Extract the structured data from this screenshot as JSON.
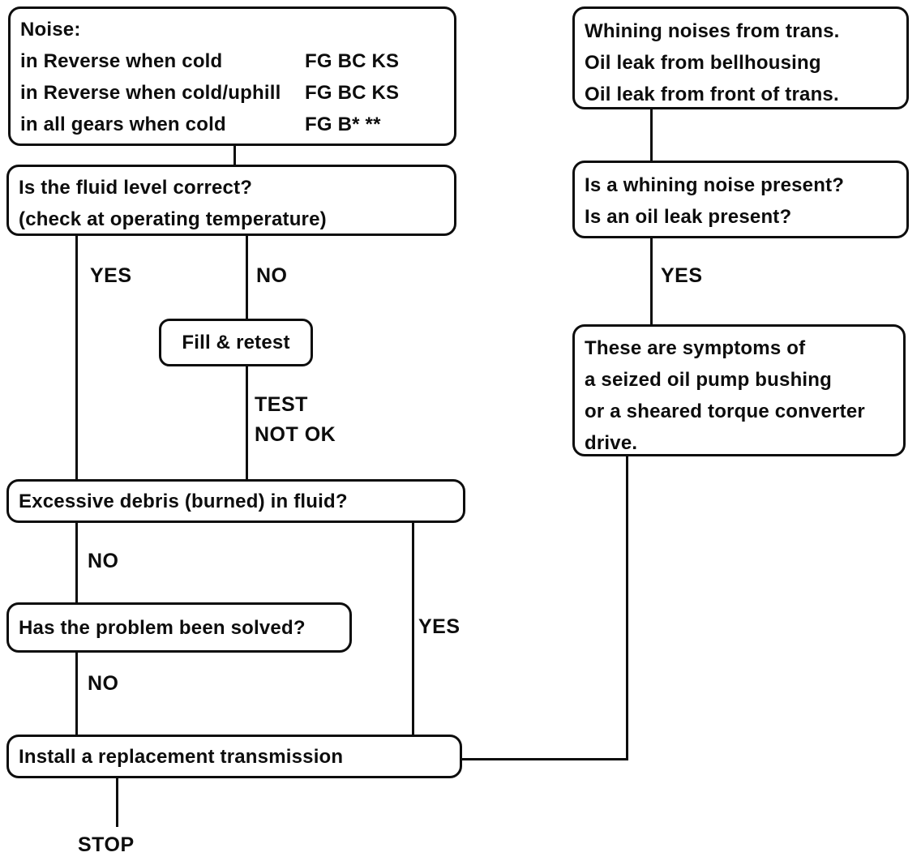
{
  "colors": {
    "ink": "#0d0d0d",
    "background": "#ffffff"
  },
  "flowchart": {
    "noise_box": {
      "title": "Noise:",
      "rows": [
        {
          "condition": "in Reverse when cold",
          "code": "FG BC KS"
        },
        {
          "condition": "in Reverse when cold/uphill",
          "code": "FG BC KS"
        },
        {
          "condition": "in all gears when cold",
          "code": "FG B* **"
        }
      ]
    },
    "fluid_box": {
      "lines": [
        "Is the fluid level correct?",
        "(check at operating temperature)"
      ]
    },
    "fill_box": {
      "label": "Fill & retest"
    },
    "debris_box": {
      "label": "Excessive debris (burned) in fluid?"
    },
    "solved_box": {
      "label": "Has the problem been solved?"
    },
    "install_box": {
      "label": "Install a replacement transmission"
    },
    "whining_box": {
      "lines": [
        "Whining noises from trans.",
        "Oil leak from bellhousing",
        "Oil leak from front of trans."
      ]
    },
    "whine_question_box": {
      "lines": [
        "Is a whining noise present?",
        "Is an oil leak present?"
      ]
    },
    "symptoms_box": {
      "lines": [
        "These are symptoms of",
        "a seized oil pump bushing",
        "or a sheared torque converter",
        "drive."
      ]
    },
    "labels": {
      "fluid_yes": "YES",
      "fluid_no": "NO",
      "test_line1": "TEST",
      "test_line2": "NOT OK",
      "debris_no": "NO",
      "debris_yes": "YES",
      "solved_no": "NO",
      "whine_yes": "YES",
      "stop": "STOP"
    }
  }
}
